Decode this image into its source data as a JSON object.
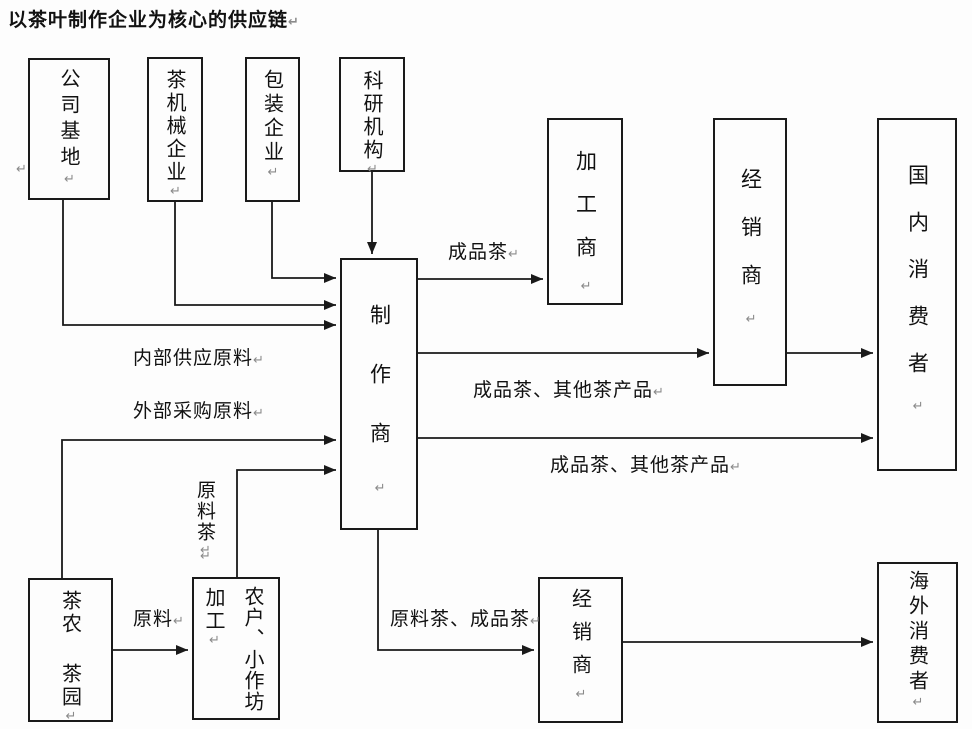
{
  "title": {
    "text": "以茶叶制作企业为核心的供应链",
    "mark": "↵"
  },
  "boxes": {
    "company_base": {
      "label": "公司基地",
      "mark": "↵"
    },
    "tea_machinery": {
      "label": "茶机械企业",
      "mark": "↵"
    },
    "packaging": {
      "label": "包装企业",
      "mark": "↵"
    },
    "research": {
      "label": "科研机构",
      "mark": "↵"
    },
    "maker": {
      "label": "制作商",
      "mark": "↵"
    },
    "processor": {
      "label": "加工商",
      "mark": "↵"
    },
    "distributor_top": {
      "label": "经销商",
      "mark": "↵"
    },
    "domestic_consumers": {
      "label": "国内消费者",
      "mark": "↵"
    },
    "tea_farmers": {
      "label": "茶农 茶园",
      "mark": "↵"
    },
    "workshop": {
      "label": "农户、小作坊",
      "sublabel": "加工",
      "mark": "↵"
    },
    "distributor_bottom": {
      "label": "经销商",
      "mark": "↵"
    },
    "overseas_consumers": {
      "label": "海外消费者",
      "mark": "↵"
    }
  },
  "edge_labels": {
    "finished_tea": {
      "text": "成品茶",
      "mark": "↵"
    },
    "internal_supply": {
      "text": "内部供应原料",
      "mark": "↵"
    },
    "external_purchase": {
      "text": "外部采购原料",
      "mark": "↵"
    },
    "products_to_distributor": {
      "text": "成品茶、其他茶产品",
      "mark": "↵"
    },
    "products_to_domestic": {
      "text": "成品茶、其他茶产品",
      "mark": "↵"
    },
    "raw_tea": {
      "text": "原料茶",
      "mark": "↵"
    },
    "raw_material": {
      "text": "原料",
      "mark": "↵"
    },
    "raw_and_finished_tea": {
      "text": "原料茶、成品茶",
      "mark": "↵"
    }
  },
  "edges": [
    {
      "from": "packaging",
      "to": "maker",
      "label_key": ""
    },
    {
      "from": "tea_machinery",
      "to": "maker",
      "label_key": ""
    },
    {
      "from": "company_base",
      "to": "maker",
      "label_key": "internal_supply"
    },
    {
      "from": "research",
      "to": "maker",
      "label_key": ""
    },
    {
      "from": "tea_farmers",
      "to": "maker",
      "label_key": "external_purchase"
    },
    {
      "from": "workshop",
      "to": "maker",
      "label_key": "raw_tea"
    },
    {
      "from": "tea_farmers",
      "to": "workshop",
      "label_key": "raw_material"
    },
    {
      "from": "maker",
      "to": "processor",
      "label_key": "finished_tea"
    },
    {
      "from": "maker",
      "to": "distributor_top",
      "label_key": "products_to_distributor"
    },
    {
      "from": "distributor_top",
      "to": "domestic_consumers",
      "label_key": ""
    },
    {
      "from": "maker",
      "to": "domestic_consumers",
      "label_key": "products_to_domestic"
    },
    {
      "from": "maker",
      "to": "distributor_bottom",
      "label_key": "raw_and_finished_tea"
    },
    {
      "from": "distributor_bottom",
      "to": "overseas_consumers",
      "label_key": ""
    }
  ],
  "stray_marks": [
    "↵",
    "↵"
  ],
  "colors": {
    "line": "#1a1a1a",
    "box_border": "#1a1a1a",
    "text": "#111111",
    "mark": "#8a8a8a",
    "background": "#fdfdfd"
  }
}
